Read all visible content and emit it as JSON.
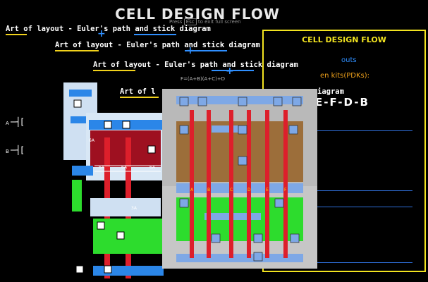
{
  "slide": {
    "title": "CELL DESIGN FLOW",
    "fullscreen_hint": {
      "pre": "Press",
      "key": "Esc",
      "post": "to exit full screen"
    },
    "repeated_heading": "Art of layout - Euler's path and stick diagram",
    "partial_heading": "Art of l",
    "partial_heading_tail": "iagram",
    "small_caption": "F=(A+B)(A+C)+D",
    "plus_sign": "+",
    "pins": [
      {
        "name": "A",
        "symbol": "─┤["
      },
      {
        "name": "B",
        "symbol": "─┤["
      }
    ],
    "layout_labels": [
      "6A",
      "6A",
      "6A",
      "6A",
      "3A"
    ]
  },
  "right_panel": {
    "title": "CELL DESIGN FLOW",
    "line1": "outs",
    "line2": "en kits(PDKs):",
    "euler_path": "E-F-D-B"
  },
  "stick_overlay": {
    "pin_labels": [
      "A",
      "B",
      "C",
      "D",
      "E",
      "F"
    ]
  },
  "colors": {
    "yellow_accent": "#f2e320",
    "blue_accent": "#2f8fff",
    "poly_red": "#dd1f2b",
    "diff_green": "#2ddc2d",
    "pdiff_brown": "#9c6e3a",
    "metal_blue": "#2b86e8"
  },
  "icons": [
    "transistor-gate-icon",
    "contact-cross-icon"
  ]
}
